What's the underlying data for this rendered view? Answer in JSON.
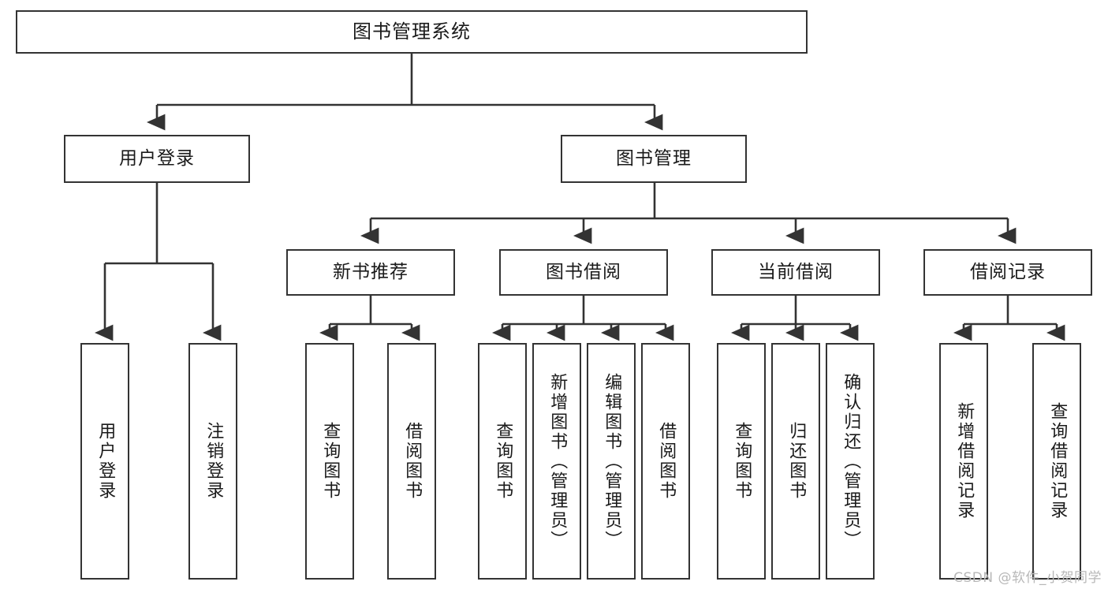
{
  "diagram": {
    "title": "图书管理系统",
    "type": "hierarchy-tree",
    "watermark": "CSDN @软件_小贺同学",
    "colors": {
      "box_border": "#333333",
      "box_fill": "#ffffff",
      "edge": "#333333",
      "text": "#1a1a1a",
      "watermark": "#b8b8b8",
      "background": "#ffffff"
    },
    "nodes": {
      "root": {
        "label": "图书管理系统"
      },
      "level2": [
        {
          "id": "user-login",
          "label": "用户登录"
        },
        {
          "id": "book-management",
          "label": "图书管理"
        }
      ],
      "level3": [
        {
          "id": "new-book-recommend",
          "label": "新书推荐"
        },
        {
          "id": "book-borrow",
          "label": "图书借阅"
        },
        {
          "id": "current-borrow",
          "label": "当前借阅"
        },
        {
          "id": "borrow-record",
          "label": "借阅记录"
        }
      ],
      "leaves": {
        "user-login": [
          {
            "id": "leaf-user-login",
            "label": "用户登录"
          },
          {
            "id": "leaf-logout-login",
            "label": "注销登录"
          }
        ],
        "new-book-recommend": [
          {
            "id": "leaf-query-book-1",
            "label": "查询图书"
          },
          {
            "id": "leaf-borrow-book-1",
            "label": "借阅图书"
          }
        ],
        "book-borrow": [
          {
            "id": "leaf-query-book-2",
            "label": "查询图书"
          },
          {
            "id": "leaf-add-book",
            "label": "新增图书（管理员）"
          },
          {
            "id": "leaf-edit-book",
            "label": "编辑图书（管理员）"
          },
          {
            "id": "leaf-borrow-book-2",
            "label": "借阅图书"
          }
        ],
        "current-borrow": [
          {
            "id": "leaf-query-book-3",
            "label": "查询图书"
          },
          {
            "id": "leaf-return-book",
            "label": "归还图书"
          },
          {
            "id": "leaf-confirm-return",
            "label": "确认归还（管理员）"
          }
        ],
        "borrow-record": [
          {
            "id": "leaf-add-record",
            "label": "新增借阅记录"
          },
          {
            "id": "leaf-query-record",
            "label": "查询借阅记录"
          }
        ]
      }
    }
  }
}
